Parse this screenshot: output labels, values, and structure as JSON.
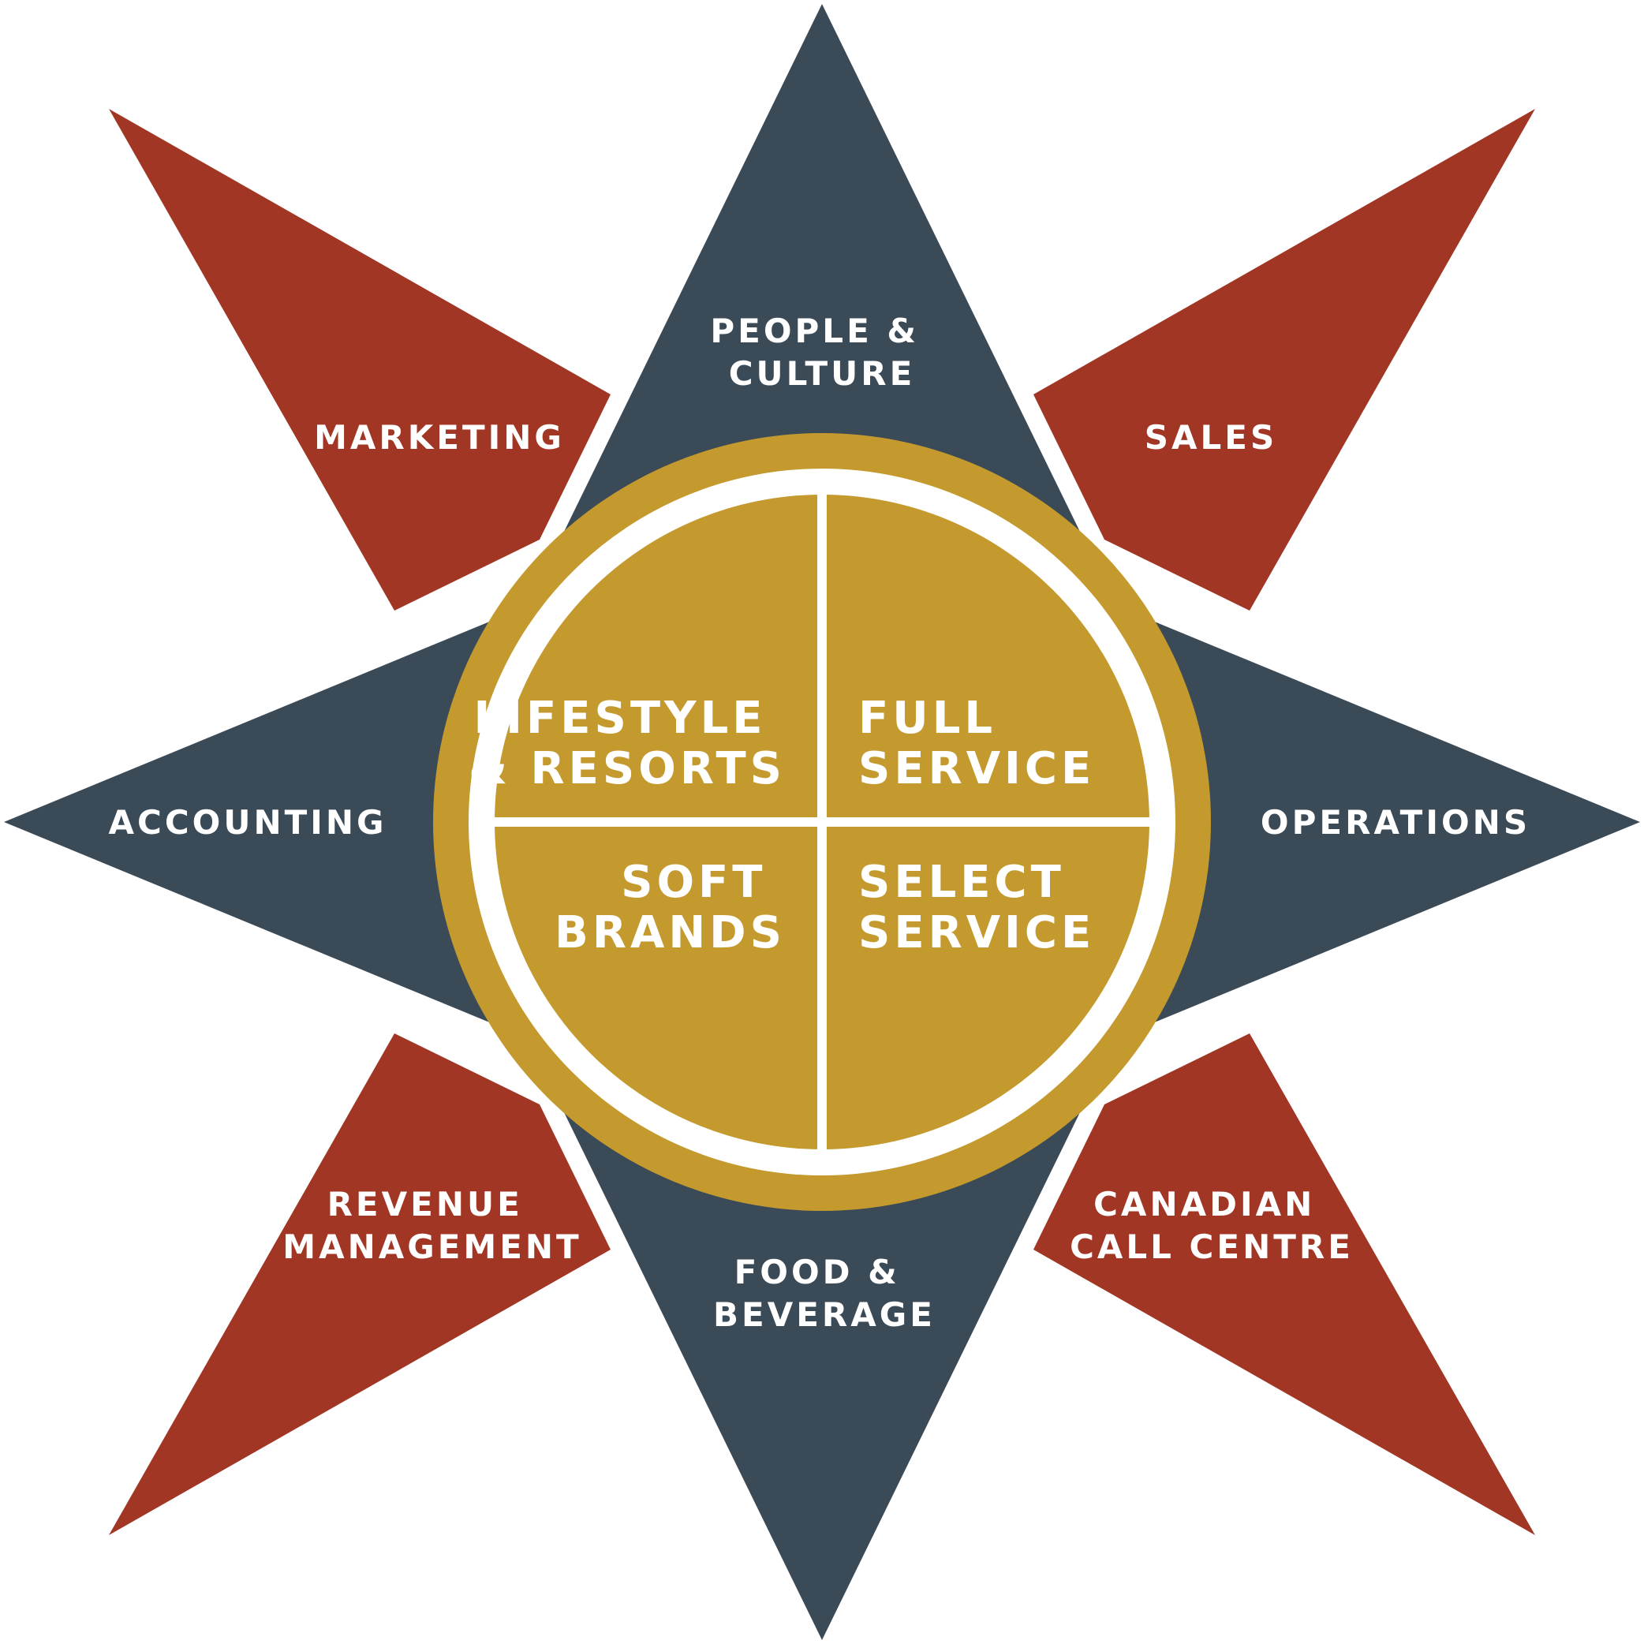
{
  "colors": {
    "navy": "#3b4a57",
    "rust": "#a23624",
    "gold": "#c49a2e",
    "white": "#ffffff"
  },
  "outer_labels": {
    "people_culture": [
      "PEOPLE &",
      "CULTURE"
    ],
    "marketing": [
      "MARKETING"
    ],
    "sales": [
      "SALES"
    ],
    "accounting": [
      "ACCOUNTING"
    ],
    "operations": [
      "OPERATIONS"
    ],
    "revenue_management": [
      "REVENUE",
      "MANAGEMENT"
    ],
    "food_beverage": [
      "FOOD &",
      "BEVERAGE"
    ],
    "canadian_call_centre": [
      "CANADIAN",
      "CALL CENTRE"
    ]
  },
  "inner_labels": {
    "lifestyle_resorts": [
      "LIFESTYLE",
      "& RESORTS"
    ],
    "full_service": [
      "FULL",
      "SERVICE"
    ],
    "soft_brands": [
      "SOFT",
      "BRANDS"
    ],
    "select_service": [
      "SELECT",
      "SERVICE"
    ]
  }
}
